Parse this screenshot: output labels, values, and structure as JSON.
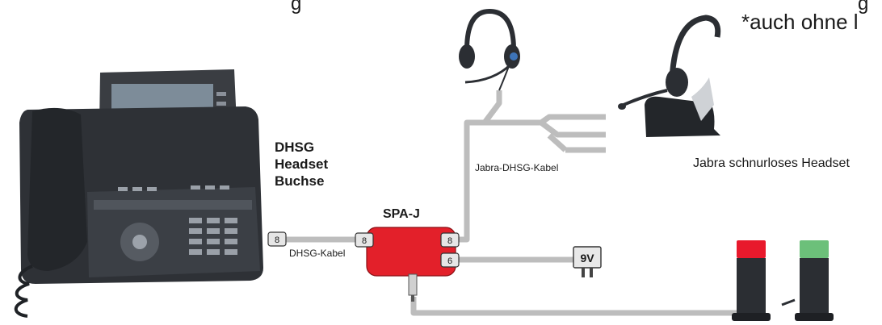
{
  "header": {
    "partial_left": "g",
    "partial_right": "*auch ohne l",
    "partial_right_tail": "g"
  },
  "labels": {
    "socket_line1": "DHSG",
    "socket_line2": "Headset",
    "socket_line3": "Buchse",
    "adapter_name": "SPA-J",
    "dhsg_cable": "DHSG-Kabel",
    "jabra_cable": "Jabra-DHSG-Kabel",
    "wireless_headset": "Jabra schnurloses Headset",
    "power_supply": "9V"
  },
  "ports": {
    "phone_port": "8",
    "adapter_in": "8",
    "adapter_out_top": "8",
    "adapter_out_bottom": "6"
  },
  "colors": {
    "cable": "#bdbdbd",
    "adapter": "#e3202a",
    "busy_light_red": "#e8192c",
    "busy_light_green": "#6cc07a",
    "device_dark": "#2b2e33"
  }
}
